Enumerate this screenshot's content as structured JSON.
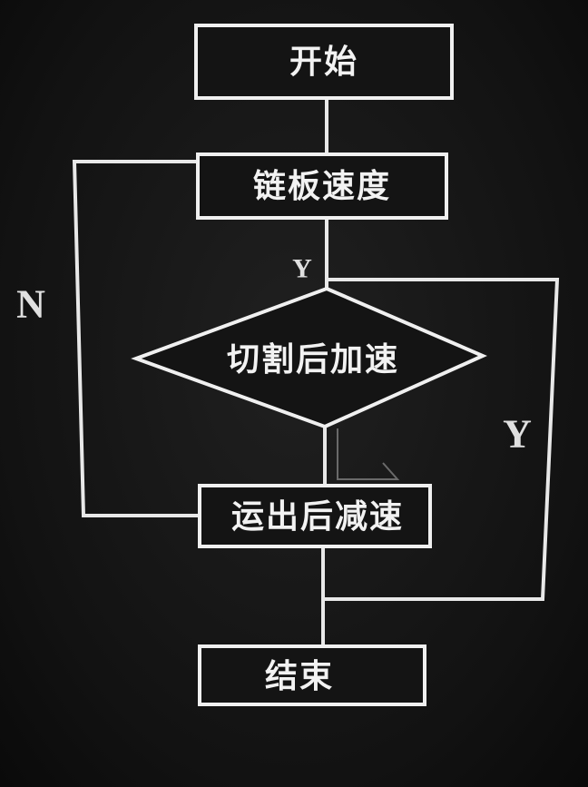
{
  "flowchart": {
    "nodes": {
      "start": "开始",
      "chain_speed": "链板速度",
      "decision": "切割后加速",
      "decelerate": "运出后减速",
      "end": "结束"
    },
    "edge_labels": {
      "top_y": "Y",
      "left_n": "N",
      "right_y": "Y"
    }
  },
  "colors": {
    "background": "#141414",
    "stroke": "#f0f0f0",
    "text": "#f2f2f2"
  }
}
